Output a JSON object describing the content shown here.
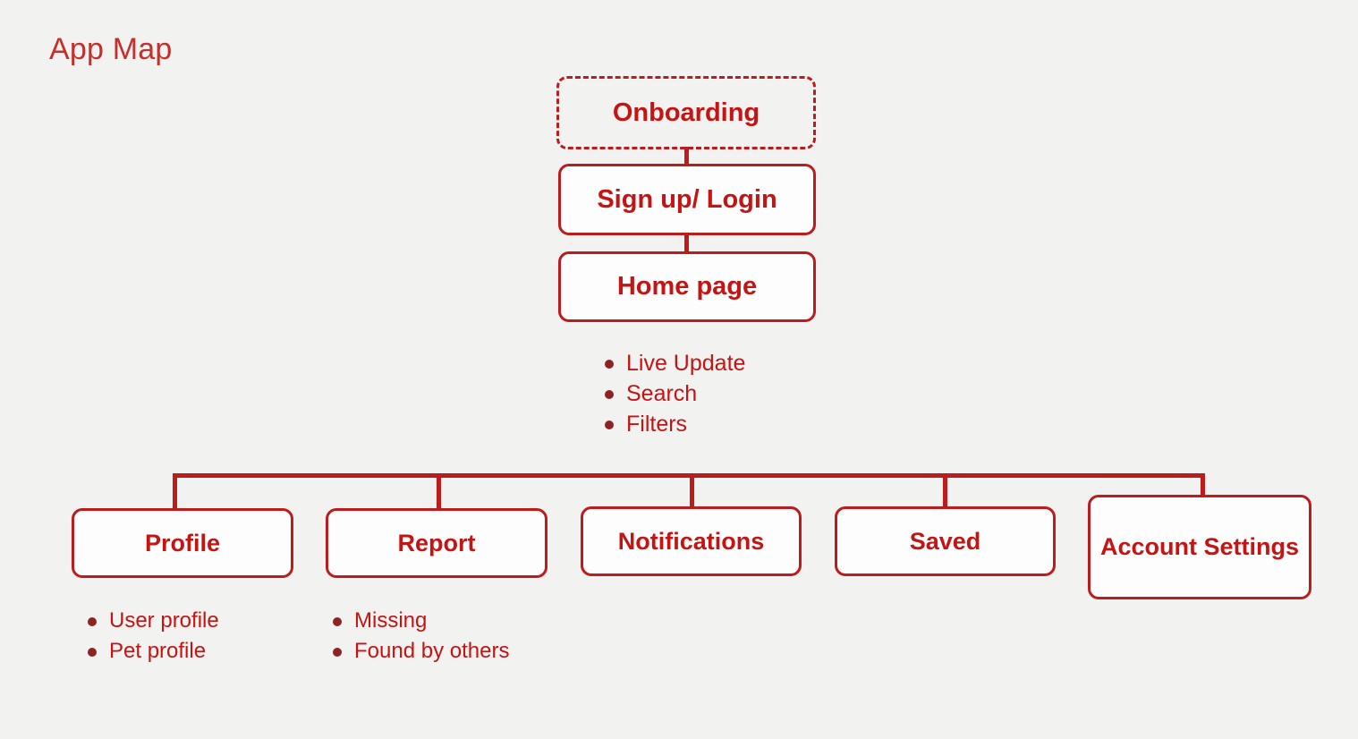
{
  "page": {
    "title": "App Map",
    "background_color": "#f2f2f1",
    "accent_color": "#c41414",
    "line_color": "#bb1c1c",
    "bullet_color": "#8f2323"
  },
  "nodes": {
    "onboarding": {
      "label": "Onboarding",
      "style": "dashed"
    },
    "signup": {
      "label": "Sign up/ Login",
      "style": "solid"
    },
    "home": {
      "label": "Home page",
      "style": "solid"
    },
    "profile": {
      "label": "Profile",
      "style": "solid"
    },
    "report": {
      "label": "Report",
      "style": "solid"
    },
    "notifications": {
      "label": "Notifications",
      "style": "solid"
    },
    "saved": {
      "label": "Saved",
      "style": "solid"
    },
    "account": {
      "label": "Account Settings",
      "style": "solid"
    }
  },
  "lists": {
    "home_features": [
      "Live Update",
      "Search",
      "Filters"
    ],
    "profile_items": [
      "User profile",
      "Pet profile"
    ],
    "report_items": [
      "Missing",
      "Found by others"
    ]
  }
}
